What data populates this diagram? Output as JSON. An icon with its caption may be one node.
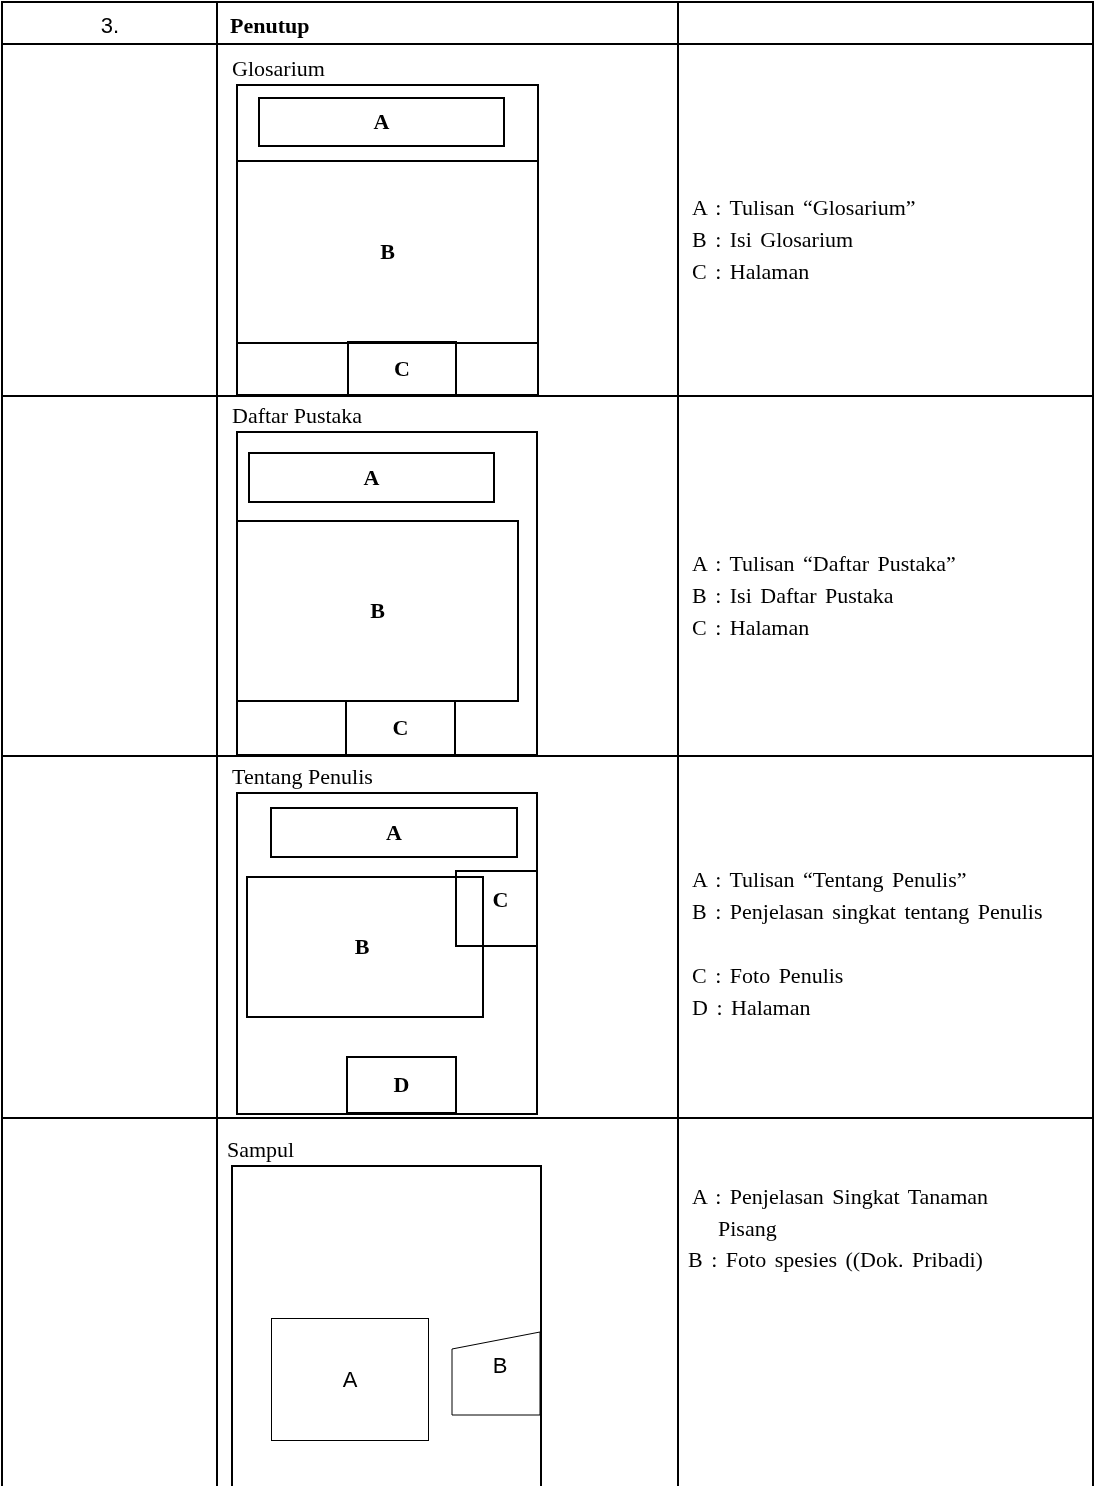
{
  "diagram": {
    "nodes": [
      {
        "text": [
          "Glosarium"
        ]
      },
      {
        "text": [
          "A"
        ],
        "in": 0
      },
      {
        "text": [
          "B"
        ],
        "in": 0
      },
      {
        "text": [
          "C"
        ],
        "in": 0
      },
      {
        "text": [
          "Daftar Pustaka"
        ]
      },
      {
        "text": [
          "A"
        ],
        "in": 4
      },
      {
        "text": [
          "B"
        ],
        "in": 4
      },
      {
        "text": [
          "C"
        ],
        "in": 4
      },
      {
        "text": [
          "Tentang Penulis"
        ]
      },
      {
        "text": [
          "A"
        ],
        "in": 8
      },
      {
        "text": [
          "B"
        ],
        "in": 8
      },
      {
        "text": [
          "C"
        ],
        "in": 8
      },
      {
        "text": [
          "D"
        ],
        "in": 8
      },
      {
        "text": [
          "Sampul"
        ]
      },
      {
        "text": [
          "A"
        ],
        "in": 13
      },
      {
        "text": [
          "B"
        ],
        "in": 13
      }
    ],
    "labels": [
      "3.",
      "Penutup",
      "A : Tulisan “Glosarium”",
      "B : Isi Glosarium",
      "C : Halaman",
      "A : Tulisan “Daftar Pustaka”",
      "B : Isi Daftar Pustaka",
      "C : Halaman",
      "A : Tulisan “Tentang Penulis”",
      "B : Penjelasan singkat tentang Penulis",
      "C : Foto Penulis",
      "D : Halaman",
      "A : Penjelasan Singkat Tanaman Pisang",
      "B : Foto spesies ((Dok. Pribadi)"
    ]
  }
}
